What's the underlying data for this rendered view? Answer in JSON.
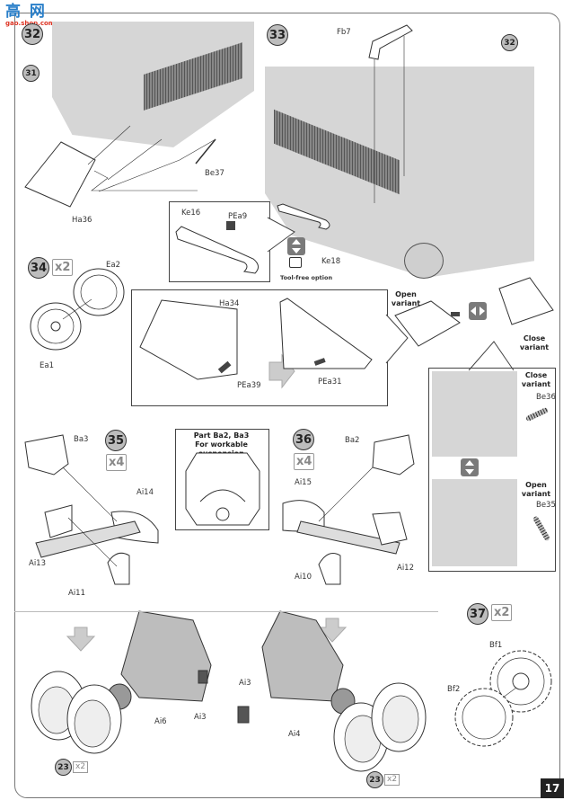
{
  "watermark": {
    "title": "高 网",
    "subtitle": "gao.shop.com"
  },
  "page": {
    "number": "17"
  },
  "steps": {
    "s32": {
      "number": "32",
      "refs": {
        "prev": "31"
      },
      "parts": {
        "ha36": "Ha36",
        "be37": "Be37"
      }
    },
    "s33": {
      "number": "33",
      "refs": {
        "prev": "32"
      },
      "parts": {
        "fb7": "Fb7",
        "ke16": "Ke16",
        "pea9": "PEa9",
        "ke18": "Ke18"
      },
      "tool_free": "Tool-free option"
    },
    "s34": {
      "number": "34",
      "qty": "x2",
      "parts": {
        "ea1": "Ea1",
        "ea2": "Ea2"
      }
    },
    "hatch": {
      "parts": {
        "ha34": "Ha34",
        "pea39": "PEa39",
        "pea31": "PEa31",
        "be36": "Be36",
        "be35": "Be35"
      },
      "open_variant": "Open variant",
      "close_variant": "Close variant"
    },
    "s35": {
      "number": "35",
      "qty": "x4",
      "parts": {
        "ba3": "Ba3",
        "ai14": "Ai14",
        "ai13": "Ai13",
        "ai11": "Ai11",
        "ai6": "Ai6",
        "ai3": "Ai3"
      },
      "ref": "23",
      "ref_qty": "x2"
    },
    "note": {
      "title": "Part Ba2, Ba3",
      "subtitle": "For workable suspension"
    },
    "s36": {
      "number": "36",
      "qty": "x4",
      "parts": {
        "ba2": "Ba2",
        "ai15": "Ai15",
        "ai10": "Ai10",
        "ai12": "Ai12",
        "ai4": "Ai4",
        "ai3": "Ai3"
      },
      "ref": "23",
      "ref_qty": "x2"
    },
    "s37": {
      "number": "37",
      "qty": "x2",
      "parts": {
        "bf1": "Bf1",
        "bf2": "Bf2"
      }
    }
  }
}
